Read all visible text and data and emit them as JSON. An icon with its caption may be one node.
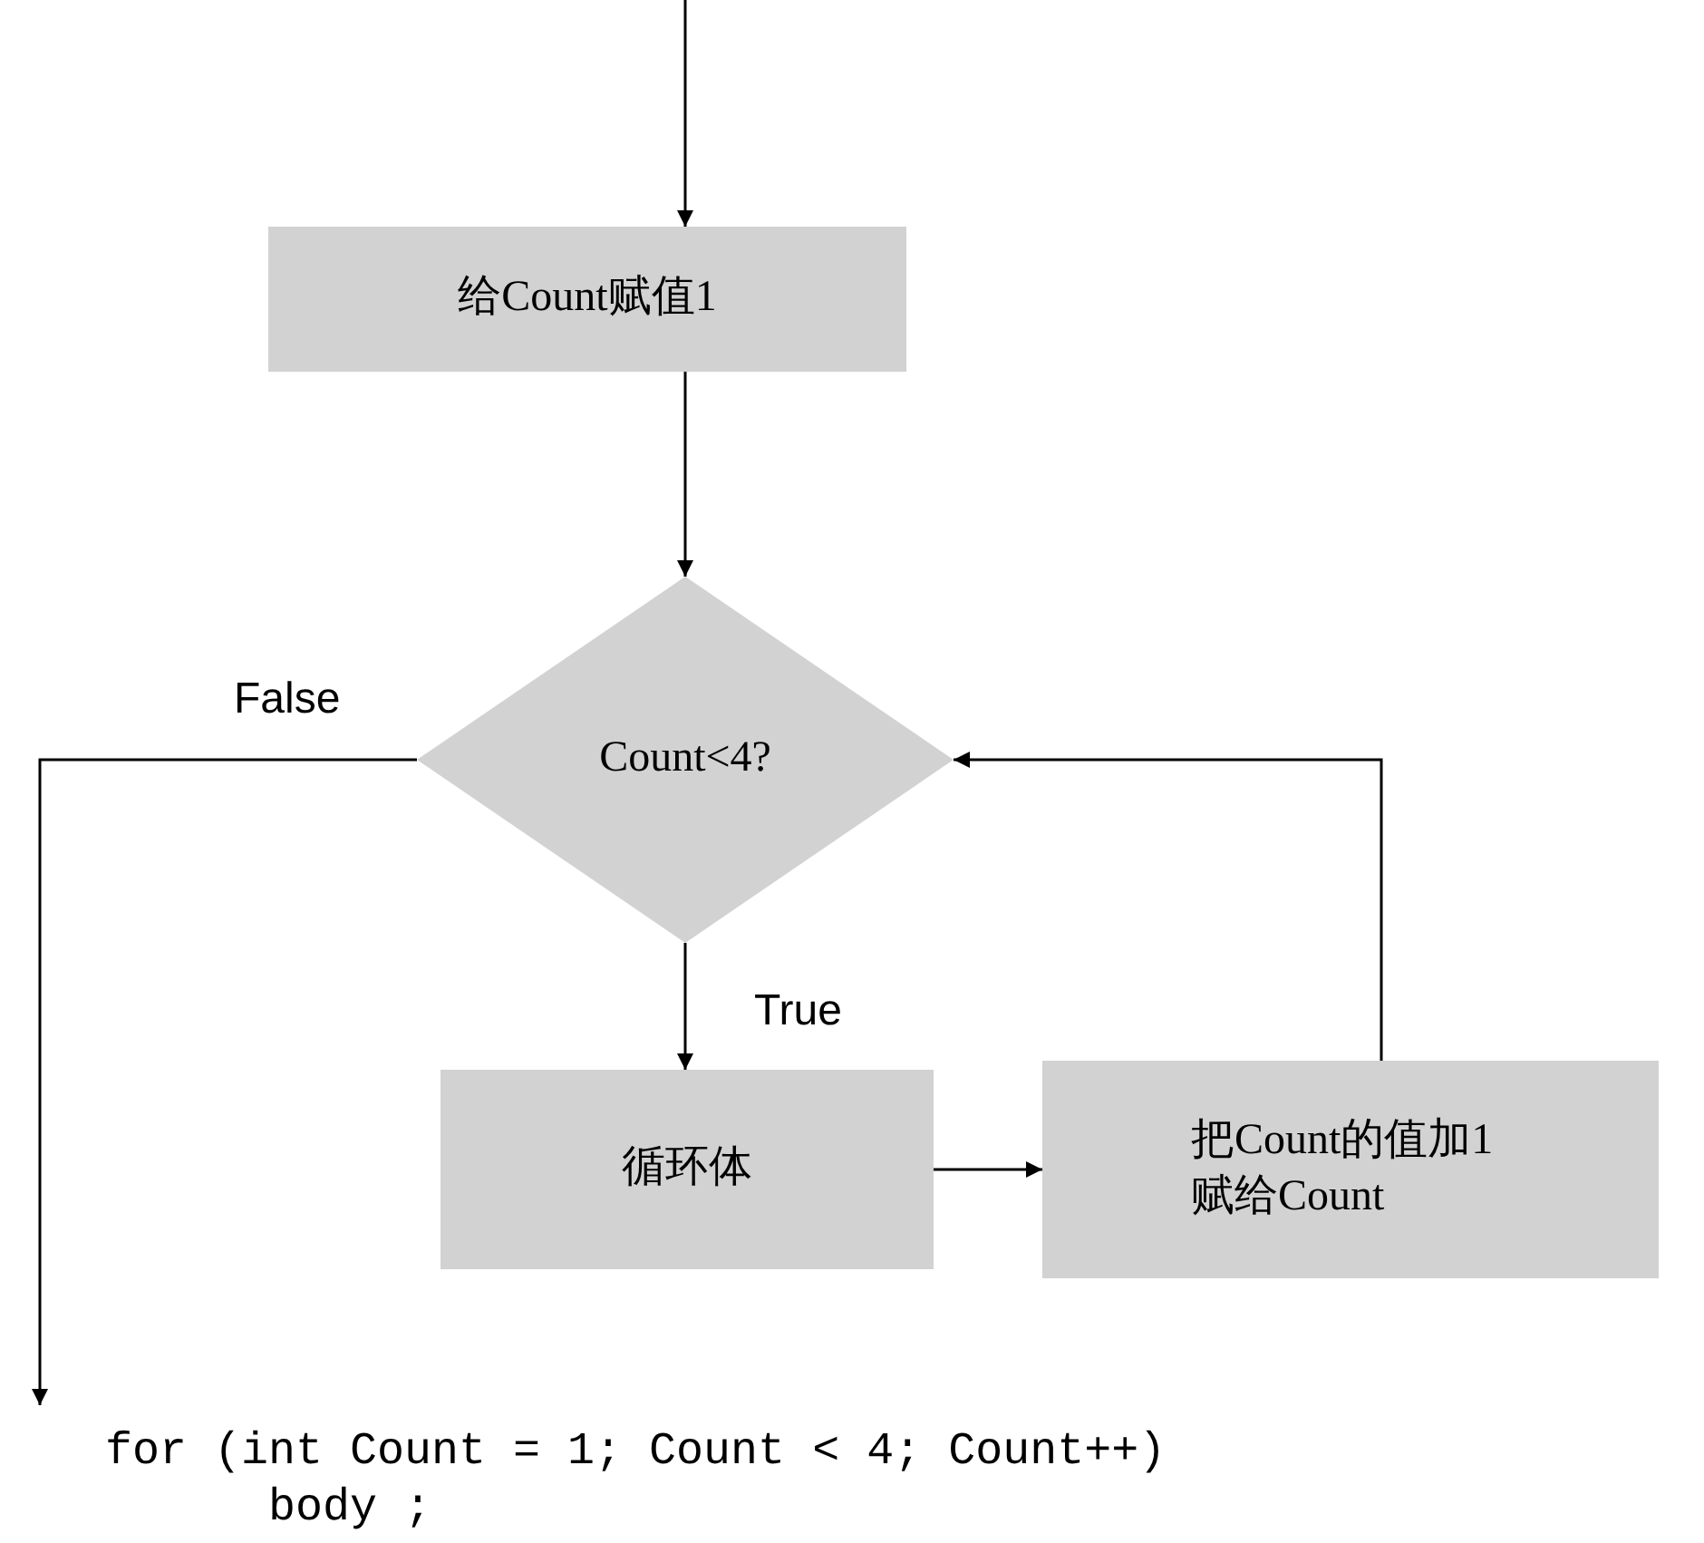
{
  "diagram": {
    "nodes": [
      {
        "text": [
          "给Count赋值1"
        ]
      },
      {
        "text": [
          "Count<4?"
        ]
      },
      {
        "text": [
          "循环体"
        ]
      },
      {
        "text": [
          "把Count的值加1赋给Count"
        ]
      }
    ],
    "edges": [
      {
        "from": null,
        "to": 0,
        "arrow": "to"
      },
      {
        "from": 0,
        "to": 1,
        "arrow": "to"
      },
      {
        "from": 1,
        "to": 2,
        "arrow": "to",
        "label": "True"
      },
      {
        "from": 2,
        "to": 3,
        "arrow": "to"
      },
      {
        "from": 3,
        "to": 1,
        "arrow": "to"
      },
      {
        "from": 1,
        "to": null,
        "arrow": "to",
        "label": "False"
      }
    ],
    "labels": [
      "for (int Count = 1; Count < 4; Count++)",
      "body ;"
    ]
  }
}
